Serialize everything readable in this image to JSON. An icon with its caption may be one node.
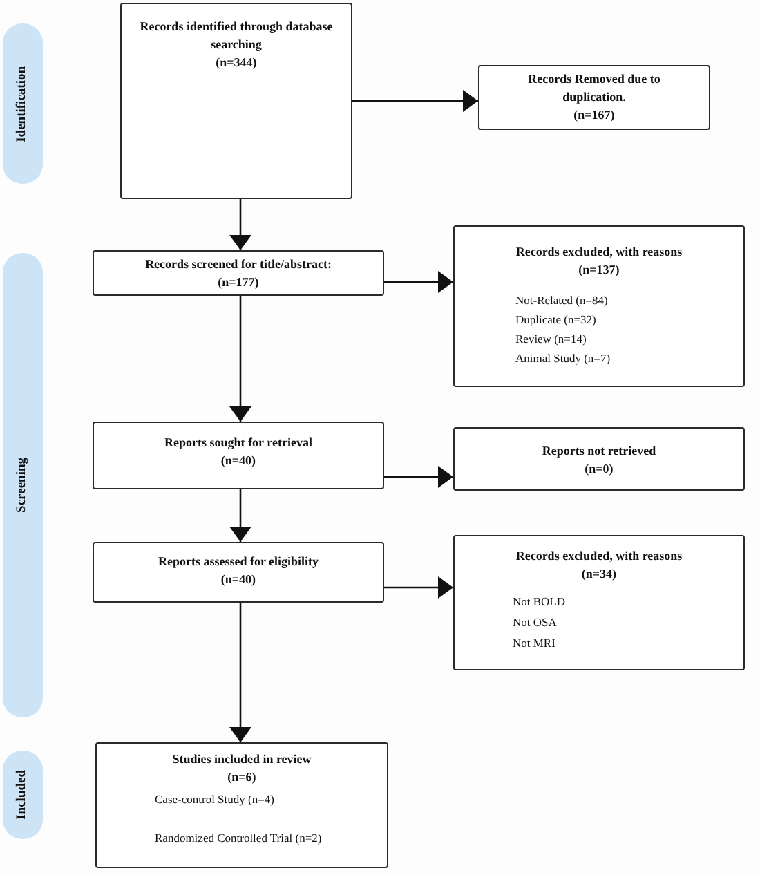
{
  "diagram": {
    "nodes": [
      {
        "text": [
          "Identification"
        ]
      },
      {
        "text": [
          "Records identified through database searching",
          "(n=344)"
        ]
      },
      {
        "text": [
          "Records Removed due to duplication.",
          "(n=167)"
        ]
      },
      {
        "text": [
          "Screening"
        ]
      },
      {
        "text": [
          "Records screened for title/abstract:",
          "(n=177)"
        ]
      },
      {
        "text": [
          "Records excluded, with reasons",
          "(n=137)",
          "Not-Related (n=84)",
          "Duplicate (n=32)",
          "Review (n=14)",
          "Animal Study (n=7)"
        ]
      },
      {
        "text": [
          "Reports sought for retrieval",
          "(n=40)"
        ]
      },
      {
        "text": [
          "Reports not retrieved",
          "(n=0)"
        ]
      },
      {
        "text": [
          "Reports assessed for eligibility",
          "(n=40)"
        ]
      },
      {
        "text": [
          "Records excluded, with reasons",
          "(n=34)",
          "Not BOLD",
          "Not OSA",
          "Not MRI"
        ]
      },
      {
        "text": [
          "Included"
        ]
      },
      {
        "text": [
          "Studies included in review",
          "(n=6)",
          "Case-control Study (n=4)",
          "Randomized Controlled Trial (n=2)"
        ]
      }
    ],
    "edges": [
      {
        "from": 1,
        "to": 2,
        "arrow": "to"
      },
      {
        "from": 1,
        "to": 4,
        "arrow": "to"
      },
      {
        "from": 4,
        "to": 5,
        "arrow": "to"
      },
      {
        "from": 4,
        "to": 6,
        "arrow": "to"
      },
      {
        "from": 6,
        "to": 7,
        "arrow": "to"
      },
      {
        "from": 6,
        "to": 8,
        "arrow": "to"
      },
      {
        "from": 8,
        "to": 9,
        "arrow": "to"
      },
      {
        "from": 8,
        "to": 11,
        "arrow": "to"
      }
    ]
  }
}
